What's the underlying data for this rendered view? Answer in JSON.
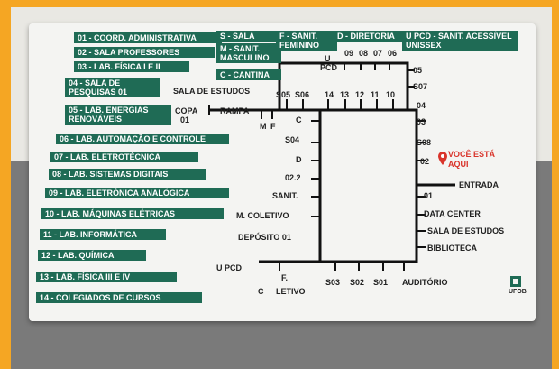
{
  "legend": [
    "01 - COORD. ADMINISTRATIVA",
    "02 - SALA PROFESSORES",
    "03 - LAB. FÍSICA I E II",
    "04 - SALA DE PESQUISAS 01",
    "05 - LAB. ENERGIAS RENOVÁVEIS",
    "06 - LAB. AUTOMAÇÃO E CONTROLE",
    "07 - LAB. ELETROTÉCNICA",
    "08 - LAB. SISTEMAS DIGITAIS",
    "09 - LAB. ELETRÔNICA ANALÓGICA",
    "10 - LAB. MÁQUINAS ELÉTRICAS",
    "11 - LAB. INFORMÁTICA",
    "12 - LAB. QUÍMICA",
    "13 - LAB. FÍSICA III E IV",
    "14 - COLEGIADOS DE CURSOS"
  ],
  "codes": {
    "s": "S - SALA",
    "m": "M - SANIT. MASCULINO",
    "c": "C - CANTINA",
    "f": "F - SANIT. FEMININO",
    "d": "D - DIRETORIA",
    "u": "U PCD - SANIT. ACESSÍVEL UNISSEX"
  },
  "map": {
    "sala_estudos_top": "SALA DE ESTUDOS",
    "copa": "COPA",
    "copa_num": "01",
    "rampa": "RAMPA",
    "s05": "S05",
    "s06": "S06",
    "n14": "14",
    "n13": "13",
    "n12": "12",
    "n11": "11",
    "n10": "10",
    "u_pcd_top": "U",
    "pcd_top": "PCD",
    "n09": "09",
    "n08": "08",
    "n07": "07",
    "n06": "06",
    "r05": "05",
    "s07": "S07",
    "r04": "04",
    "r03": "03",
    "s08": "S08",
    "r02": "02",
    "voce": "VOCÊ ESTÁ",
    "aqui": "AQUI",
    "entrada": "ENTRADA",
    "r01": "01",
    "data_center": "DATA CENTER",
    "sala_estudos": "SALA DE ESTUDOS",
    "biblioteca": "BIBLIOTECA",
    "auditorio": "AUDITÓRIO",
    "s01": "S01",
    "s02": "S02",
    "s03": "S03",
    "f_letivo1": "F.",
    "f_letivo2": "LETIVO",
    "u_pcd": "U PCD",
    "c_bottom": "C",
    "deposito": "DEPÓSITO 01",
    "m_coletivo": "M. COLETIVO",
    "sanit": "SANIT.",
    "n022": "02.2",
    "d": "D",
    "s04": "S04",
    "c_mid": "C",
    "m": "M",
    "f": "F",
    "logo": "UFOB"
  },
  "colors": {
    "green": "#1f6b55",
    "red": "#d9342b"
  }
}
